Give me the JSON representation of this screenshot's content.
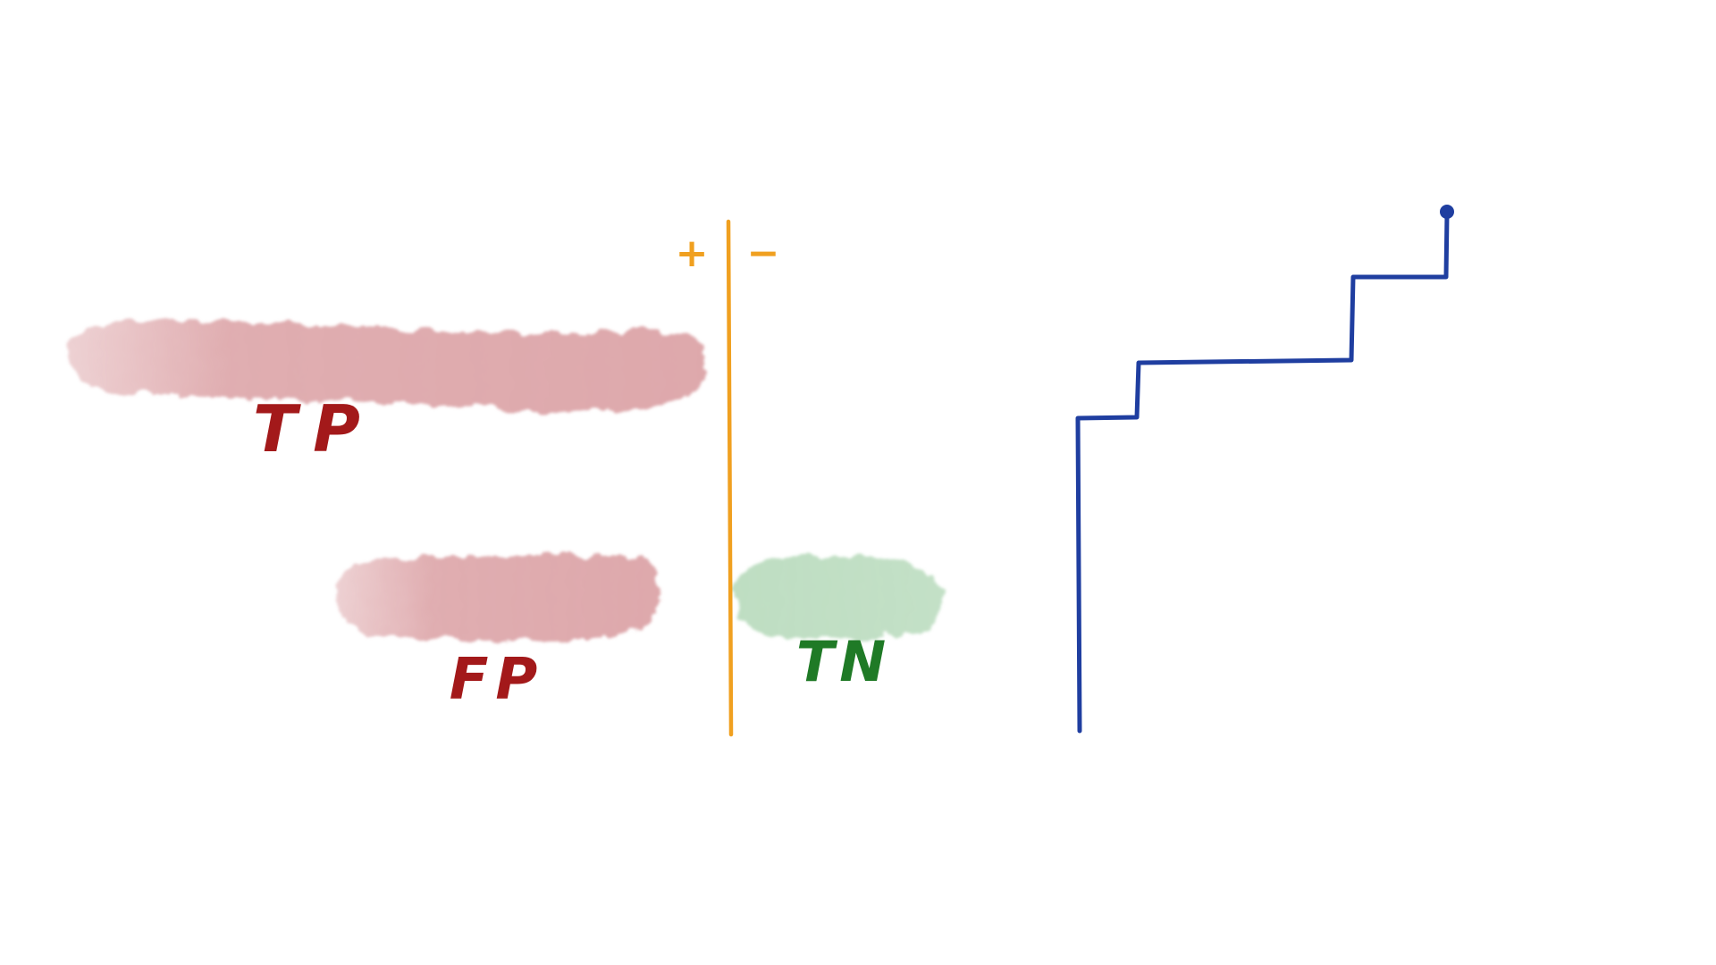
{
  "labels": {
    "tp": "TP",
    "fp": "FP",
    "tn": "TN",
    "plus": "+",
    "minus": "−"
  },
  "colors": {
    "background": "#ffffff",
    "positive_band": "#d8999d",
    "negative_band": "#a9d3ae",
    "positive_text": "#a3191a",
    "negative_text": "#1f7a26",
    "threshold_line": "#f0a020",
    "step_curve": "#1f3ea0"
  }
}
